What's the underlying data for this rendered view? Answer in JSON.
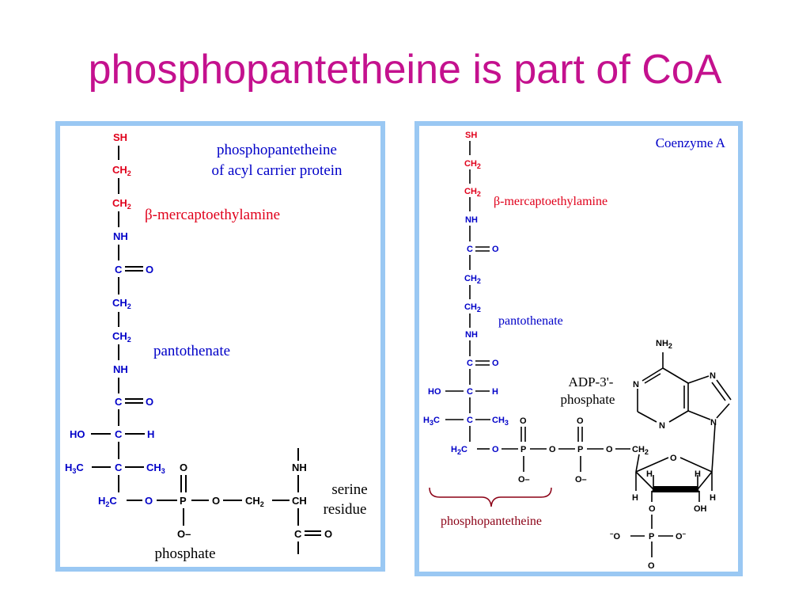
{
  "slide": {
    "title": "phosphopantetheine is part of CoA"
  },
  "colors": {
    "title": "#c4118e",
    "panel_border": "#9ac8f3",
    "atom_red": "#e0001b",
    "atom_blue": "#0000c8",
    "dark_red": "#8b0015",
    "black": "#000000"
  },
  "left_panel": {
    "title_line1": "phosphopantetheine",
    "title_line2": "of acyl carrier protein",
    "label_mercapto": "β-mercaptoethylamine",
    "label_pantothenate": "pantothenate",
    "label_serine_line1": "serine",
    "label_serine_line2": "residue",
    "label_phosphate": "phosphate"
  },
  "right_panel": {
    "title": "Coenzyme A",
    "label_mercapto": "β-mercaptoethylamine",
    "label_pantothenate": "pantothenate",
    "label_adp_line1": "ADP-3'-",
    "label_adp_line2": "phosphate",
    "label_phosphopantetheine": "phosphopantetheine"
  },
  "atoms": {
    "SH": "SH",
    "CH": "CH",
    "sub2": "2",
    "sub3": "3",
    "NH": "NH",
    "N": "N",
    "C": "C",
    "O": "O",
    "H": "H",
    "HO": "HO",
    "OH": "OH",
    "P": "P",
    "O_minus": "O–",
    "minus": "–",
    "H3C_H": "H",
    "H2C_H": "H",
    "NH2": "NH"
  }
}
